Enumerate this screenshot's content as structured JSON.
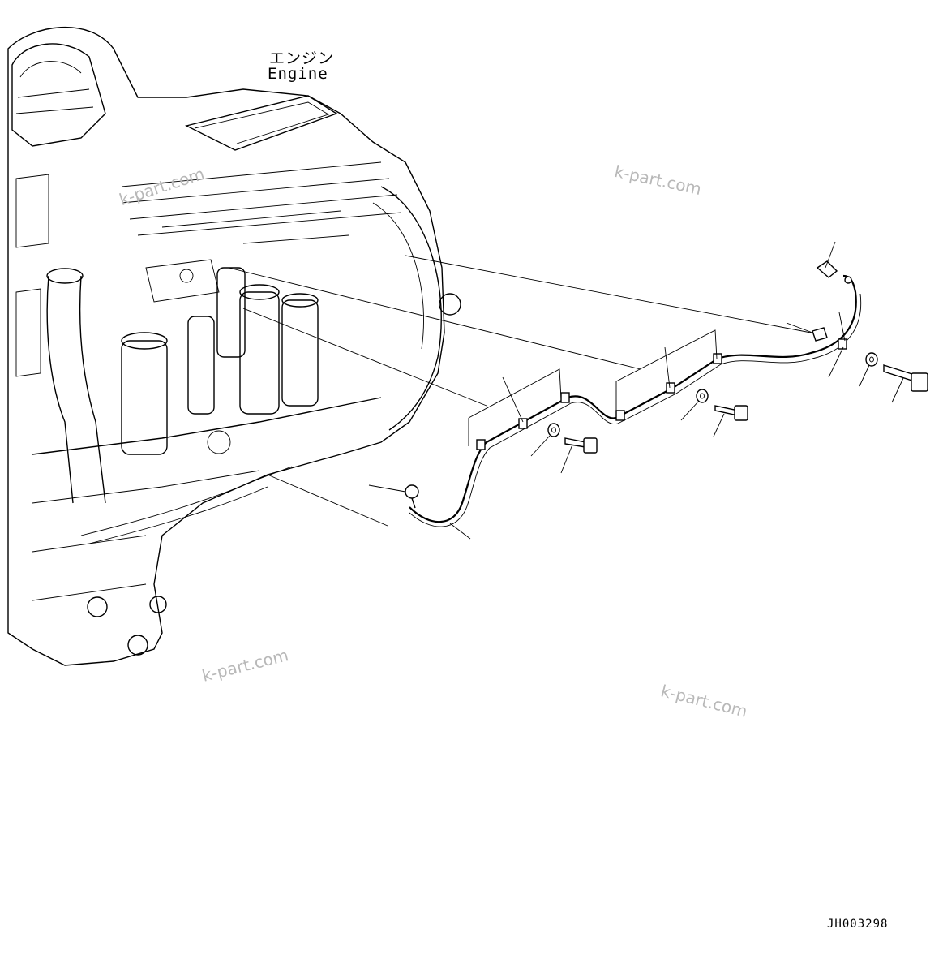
{
  "labels": {
    "engine_jp": "エンジン",
    "engine_en": "Engine",
    "drawing_code": "JH003298"
  },
  "watermark": "k-part.com",
  "colors": {
    "line": "#000000",
    "background": "#ffffff",
    "watermark": "#b8b8b8"
  }
}
